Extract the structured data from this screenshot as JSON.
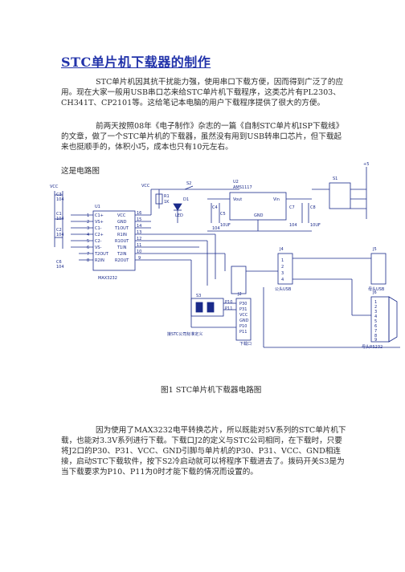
{
  "article": {
    "title": "STC单片机下载器的制作",
    "paragraph1": "STC单片机因其抗干扰能力强，使用串口下载方便，因而得到广泛了的应用。现在大家一般用USB串口芯来给STC单片机下载程序，这类芯片有PL2303、CH341T、CP2101等。这给笔记本电脑的用户下载程序提供了很大的方便。",
    "paragraph2": "前两天按照08年《电子制作》杂志的一篇《自制STC单片机ISP下载线》的文章，做了一个STC单片机的下载器，虽然没有用到USB转串口芯片，但下载起来也挺顺手的，体积小巧，成本也只有10元左右。",
    "figure_intro": "这是电路图",
    "figure_caption": "图1 STC单片机下载器电路图",
    "paragraph3": "因为使用了MAX3232电平转换芯片，所以既能对5V系列的STC单片机下载，也能对3.3V系列进行下载。下载口J2的定义与STC公司相同，在下载时，只要将J2口的P30、P31、VCC、GND引脚与单片机的P30、P31、VCC、GND相连接，启动STC下载软件，按下S2冷启动就可以将程序下载进去了。拨码开关S3是为当下载要求为P10、P11为0时才能下载的情况而设置的。"
  },
  "schematic": {
    "net_labels": [
      "VCC",
      "VCC",
      "+5"
    ],
    "caps": [
      "C3",
      "104",
      "C1",
      "104",
      "C2",
      "104",
      "C6",
      "104"
    ],
    "u1_name": "U1",
    "u1_part": "MAX3232",
    "u1_left_pins": [
      "C1+",
      "VS+",
      "C1-",
      "C2+",
      "C2-",
      "VS-",
      "T2OUT",
      "R2IN"
    ],
    "u1_right_pins": [
      "VCC",
      "GND",
      "T1OUT",
      "R1IN",
      "R1OUT",
      "T1IN",
      "T2IN",
      "R2OUT"
    ],
    "u1_pin_numbers_left": [
      "1",
      "2",
      "3",
      "4",
      "5",
      "6",
      "7",
      "8"
    ],
    "u1_pin_numbers_right": [
      "16",
      "15",
      "14",
      "13",
      "12",
      "11",
      "10",
      "9"
    ],
    "r1": "1K",
    "r1_name": "R1",
    "led_name": "D1",
    "led_label": "LED",
    "s2": "S2",
    "u2_name": "U2",
    "u2_part": "AMS1117",
    "u2_pin_vout": "Vout",
    "u2_pin_vin": "Vin",
    "u2_pin_gnd": "GND",
    "c4": [
      "C4",
      "104"
    ],
    "c5": [
      "C5",
      "10UF"
    ],
    "c7": [
      "C7",
      "104"
    ],
    "c8": [
      "C8",
      "10UF"
    ],
    "s1": "S1",
    "s3": "S3",
    "s3_pins": [
      "P10",
      "P11"
    ],
    "j2_name": "J2",
    "j2_label": "下载口",
    "j2_pins": [
      "P30",
      "P31",
      "VCC",
      "GND",
      "P10",
      "P11"
    ],
    "j3_label": "接STC公司标准定义",
    "j4_name": "J4",
    "j4_label": "公头USB",
    "j5_name": "J5",
    "j5_label": "母头USB",
    "j6_name": "J6",
    "j6_label": "母头RS232",
    "usb_pins": [
      "1",
      "2",
      "3",
      "4"
    ],
    "db9_pins": [
      "1",
      "2",
      "3",
      "4",
      "5",
      "6",
      "7",
      "8",
      "9"
    ]
  }
}
